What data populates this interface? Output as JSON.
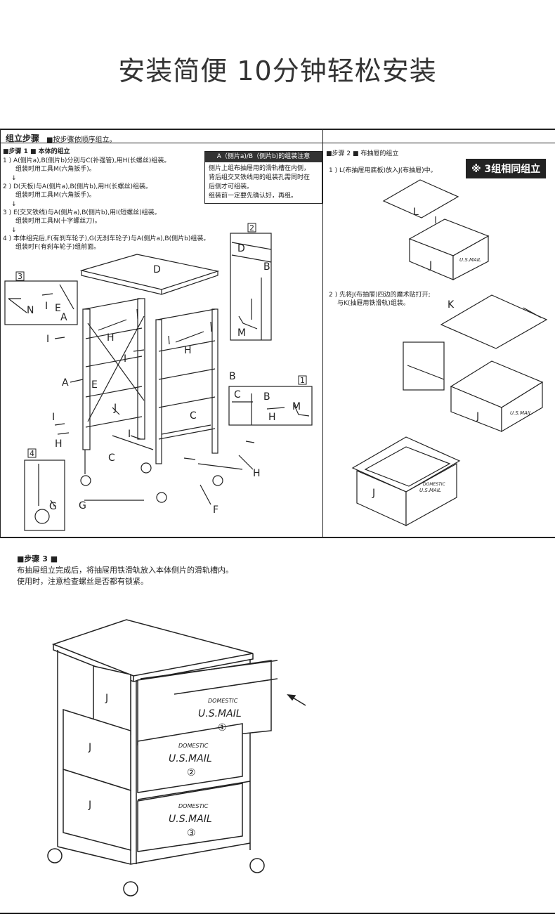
{
  "page_title": "安装简便  10分钟轻松安装",
  "header": {
    "label": "组立步骤",
    "note": "■按步骤依顺序组立。"
  },
  "step1": {
    "title": "■步骤 1 ■ 本体的组立",
    "lines": [
      "1 ) A(侧片a),B(侧片b)分别与C(补强管),用H(长螺丝)组装。",
      "组装时用工具M(六角扳手)。",
      "↓",
      "2 ) D(天板)与A(侧片a),B(侧片b),用H(长螺丝)组装。",
      "组装时用工具M(六角扳手)。",
      "↓",
      "3 ) E(交叉铁线)与A(侧片a),B(侧片b),用I(短螺丝)组装。",
      "组装时用工具N(十字螺丝刀)。",
      "↓",
      "4 ) 本体组完后,F(有刹车轮子),G(无刹车轮子)与A(侧片a),B(侧片b)组装。",
      "组装时F(有刹车轮子)组前面。"
    ],
    "note_title": "A（侧片a)/B（侧片b)的组装注意",
    "note_lines": [
      "侧片上组布抽屉用的滑轨槽在内侧，",
      "背后组交叉铁线用的组装孔需同时在",
      "后侧才可组装。",
      "组装前一定要先确认好，再组。"
    ],
    "callouts": [
      "1",
      "2",
      "3",
      "4"
    ],
    "labels": [
      "A",
      "B",
      "C",
      "D",
      "E",
      "F",
      "G",
      "H",
      "I",
      "J",
      "K",
      "L",
      "M",
      "N"
    ]
  },
  "step2": {
    "title": "■步骤 2 ■ 布抽屉的组立",
    "badge": "※ 3组相同组立",
    "line1": "1 ) L(布抽屉用底板)放入J(布抽屉)中。",
    "line2a": "2 ) 先将J(布抽屉)四边的魔术贴打开;",
    "line2b": "与K(抽屉用铁滑轨)组装。"
  },
  "step3": {
    "title": "■步骤 3 ■",
    "line1": "布抽屉组立完成后，将抽屉用铁滑轨放入本体侧片的滑轨槽内。",
    "line2": "使用时，注意检查螺丝是否都有锁紧。",
    "drawer_brand": "DOMESTIC",
    "drawer_text": "U.S.MAIL",
    "drawer_numbers": [
      "①",
      "②",
      "③"
    ]
  }
}
